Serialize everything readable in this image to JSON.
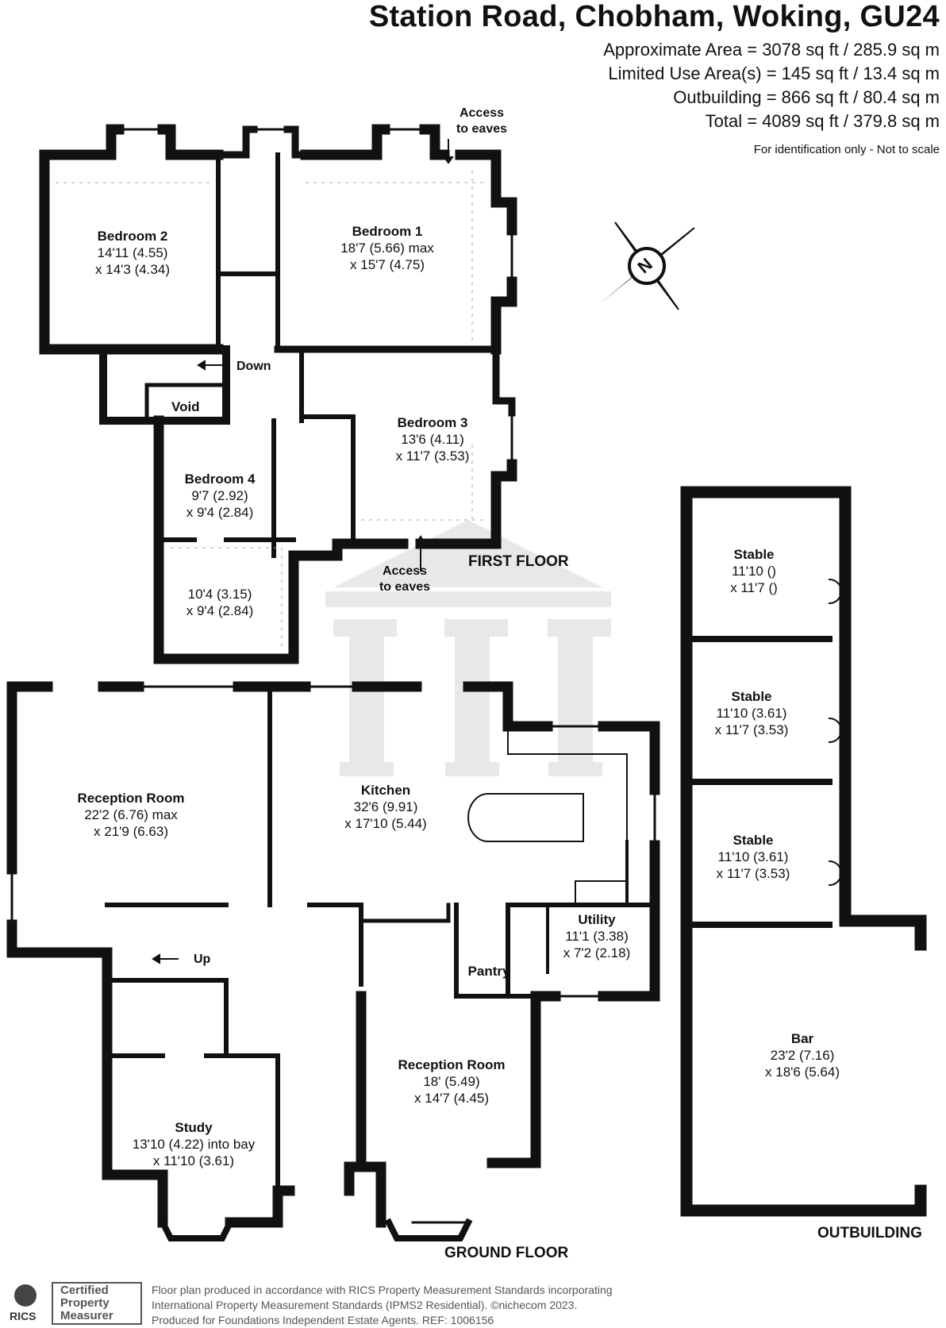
{
  "header": {
    "title": "Station Road, Chobham, Woking, GU24",
    "areas": [
      "Approximate Area = 3078 sq ft / 285.9 sq m",
      "Limited Use Area(s) = 145 sq ft / 13.4 sq m",
      "Outbuilding = 866 sq ft / 80.4 sq m",
      "Total = 4089 sq ft / 379.8 sq m"
    ],
    "note": "For identification only - Not to scale"
  },
  "compass": {
    "label": "N"
  },
  "first_floor": {
    "label": "FIRST FLOOR",
    "rooms": {
      "bedroom2": {
        "name": "Bedroom 2",
        "dim1": "14'11 (4.55)",
        "dim2": "x 14'3 (4.34)"
      },
      "bedroom1": {
        "name": "Bedroom 1",
        "dim1": "18'7 (5.66) max",
        "dim2": "x 15'7 (4.75)"
      },
      "bedroom3": {
        "name": "Bedroom 3",
        "dim1": "13'6 (4.11)",
        "dim2": "x 11'7 (3.53)"
      },
      "bedroom4": {
        "name": "Bedroom 4",
        "dim1": "9'7 (2.92)",
        "dim2": "x 9'4 (2.84)"
      },
      "room_extra": {
        "dim1": "10'4 (3.15)",
        "dim2": "x 9'4 (2.84)"
      }
    },
    "access_top": [
      "Access",
      "to eaves"
    ],
    "access_bottom": [
      "Access",
      "to eaves"
    ],
    "down": "Down",
    "void": "Void"
  },
  "ground_floor": {
    "label": "GROUND FLOOR",
    "rooms": {
      "reception1": {
        "name": "Reception Room",
        "dim1": "22'2 (6.76) max",
        "dim2": "x 21'9 (6.63)"
      },
      "kitchen": {
        "name": "Kitchen",
        "dim1": "32'6 (9.91)",
        "dim2": "x 17'10 (5.44)"
      },
      "utility": {
        "name": "Utility",
        "dim1": "11'1 (3.38)",
        "dim2": "x 7'2 (2.18)"
      },
      "pantry": {
        "name": "Pantry"
      },
      "reception2": {
        "name": "Reception Room",
        "dim1": "18' (5.49)",
        "dim2": "x 14'7 (4.45)"
      },
      "study": {
        "name": "Study",
        "dim1": "13'10 (4.22) into bay",
        "dim2": "x 11'10 (3.61)"
      }
    },
    "up": "Up"
  },
  "outbuilding": {
    "label": "OUTBUILDING",
    "rooms": {
      "stable1": {
        "name": "Stable",
        "dim1": "11'10 ()",
        "dim2": "x 11'7 ()"
      },
      "stable2": {
        "name": "Stable",
        "dim1": "11'10 (3.61)",
        "dim2": "x 11'7 (3.53)"
      },
      "stable3": {
        "name": "Stable",
        "dim1": "11'10 (3.61)",
        "dim2": "x 11'7 (3.53)"
      },
      "bar": {
        "name": "Bar",
        "dim1": "23'2 (7.16)",
        "dim2": "x 18'6 (5.64)"
      }
    }
  },
  "footer": {
    "badge_lines": [
      "Certified",
      "Property",
      "Measurer"
    ],
    "badge_brand": "RICS",
    "lines": [
      "Floor plan produced in accordance with RICS Property Measurement Standards incorporating",
      "International Property Measurement Standards (IPMS2 Residential).  ©nichecom 2023.",
      "Produced for Foundations Independent Estate Agents.   REF:  1006156"
    ]
  },
  "colors": {
    "wall": "#111111",
    "watermark": "#e6e6e6"
  }
}
